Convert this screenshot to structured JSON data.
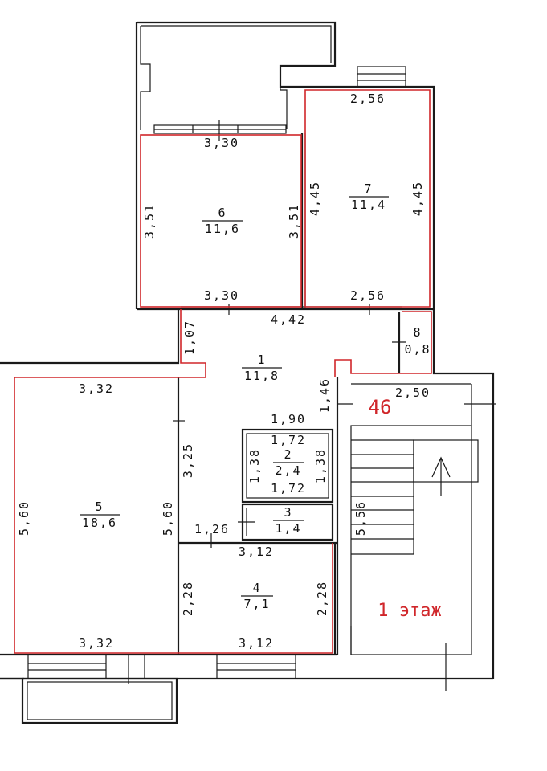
{
  "colors": {
    "accent": "#d0262a",
    "line": "#1a1a1a"
  },
  "labels": {
    "apartment_number": "46",
    "floor": "1 этаж"
  },
  "rooms": [
    {
      "number": "1",
      "area": "11,8"
    },
    {
      "number": "2",
      "area": "2,4"
    },
    {
      "number": "3",
      "area": "1,4"
    },
    {
      "number": "4",
      "area": "7,1"
    },
    {
      "number": "5",
      "area": "18,6"
    },
    {
      "number": "6",
      "area": "11,6"
    },
    {
      "number": "7",
      "area": "11,4"
    },
    {
      "number": "8",
      "area": "0,8"
    }
  ],
  "dimensions": {
    "r6_top": "3,30",
    "r6_bottom": "3,30",
    "r6_left": "3,51",
    "r6_right": "3,51",
    "r7_top": "2,56",
    "r7_bottom": "2,56",
    "r7_left": "4,45",
    "r7_right": "4,45",
    "r1_top": "4,42",
    "r1_left": "1,07",
    "r1_notch": "1,46",
    "r1_mid": "1,90",
    "r2_top": "1,72",
    "r2_bottom": "1,72",
    "r2_left": "1,38",
    "r2_right": "1,38",
    "corridor_left": "3,25",
    "corridor_bottom": "1,26",
    "r5_top": "3,32",
    "r5_bottom": "3,32",
    "r5_left": "5,60",
    "r5_right": "5,60",
    "r4_top": "3,12",
    "r4_bottom": "3,12",
    "r4_left": "2,28",
    "r4_right": "2,28",
    "stair_width": "2,50",
    "stair_length": "5,56"
  }
}
